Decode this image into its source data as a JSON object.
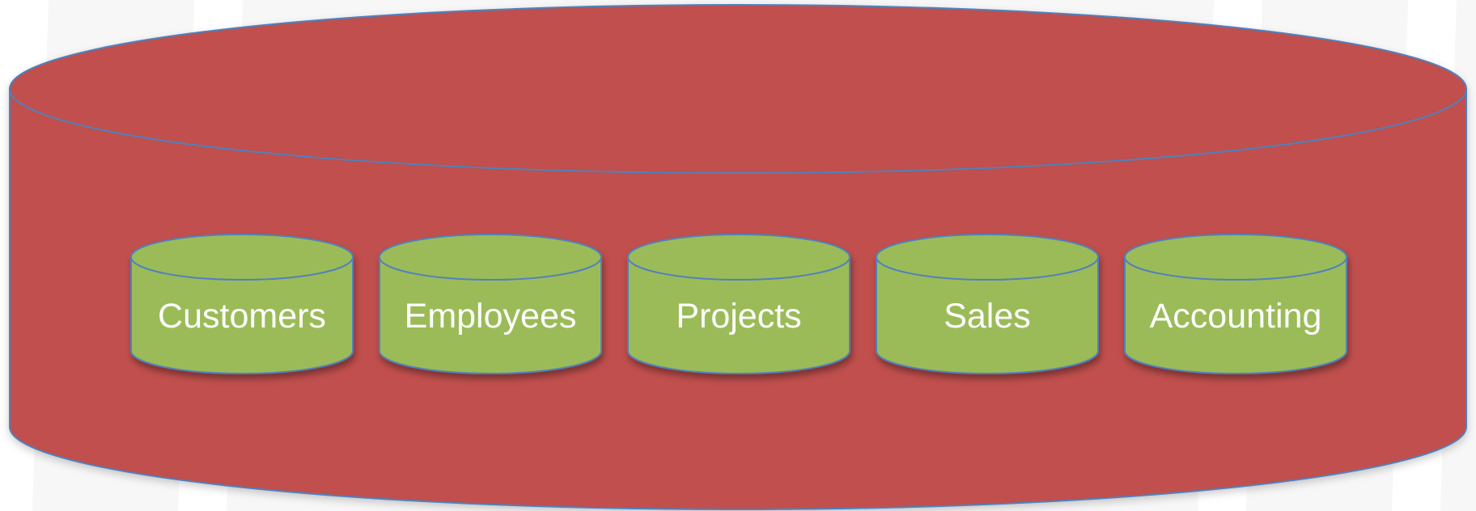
{
  "diagram": {
    "container_color": "#C0504D",
    "outline_color": "#4F81BD",
    "database_color": "#9BBB59",
    "databases": [
      {
        "label": "Customers"
      },
      {
        "label": "Employees"
      },
      {
        "label": "Projects"
      },
      {
        "label": "Sales"
      },
      {
        "label": "Accounting"
      }
    ]
  }
}
